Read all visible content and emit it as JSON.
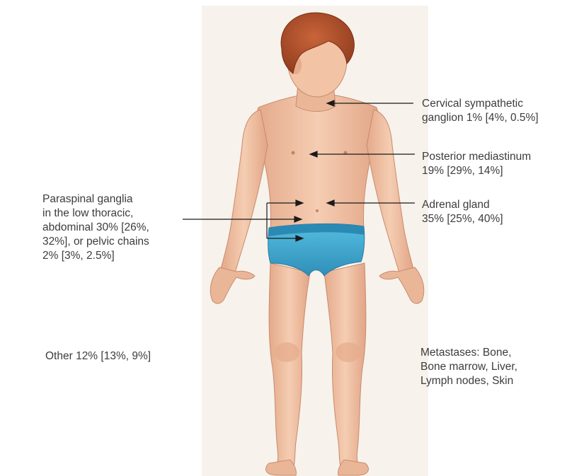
{
  "labels": {
    "cervical": [
      "Cervical sympathetic",
      "ganglion 1% [4%, 0.5%]"
    ],
    "mediastinum": [
      "Posterior mediastinum",
      "19% [29%, 14%]"
    ],
    "adrenal": [
      "Adrenal gland",
      "35% [25%, 40%]"
    ],
    "paraspinal": [
      "Paraspinal ganglia",
      "in the low thoracic,",
      "abdominal 30% [26%,",
      "32%], or pelvic chains",
      "2% [3%, 2.5%]"
    ],
    "other": [
      "Other 12% [13%, 9%]"
    ],
    "metastases": [
      "Metastases: Bone,",
      "Bone marrow, Liver,",
      "Lymph nodes, Skin"
    ]
  },
  "colors": {
    "skin": "#f2c6a8",
    "skin_shade": "#d99d7e",
    "hair": "#b5502a",
    "briefs": "#3aa6cf",
    "backdrop": "#f6f1ea",
    "arrow": "#1a1a1a"
  }
}
